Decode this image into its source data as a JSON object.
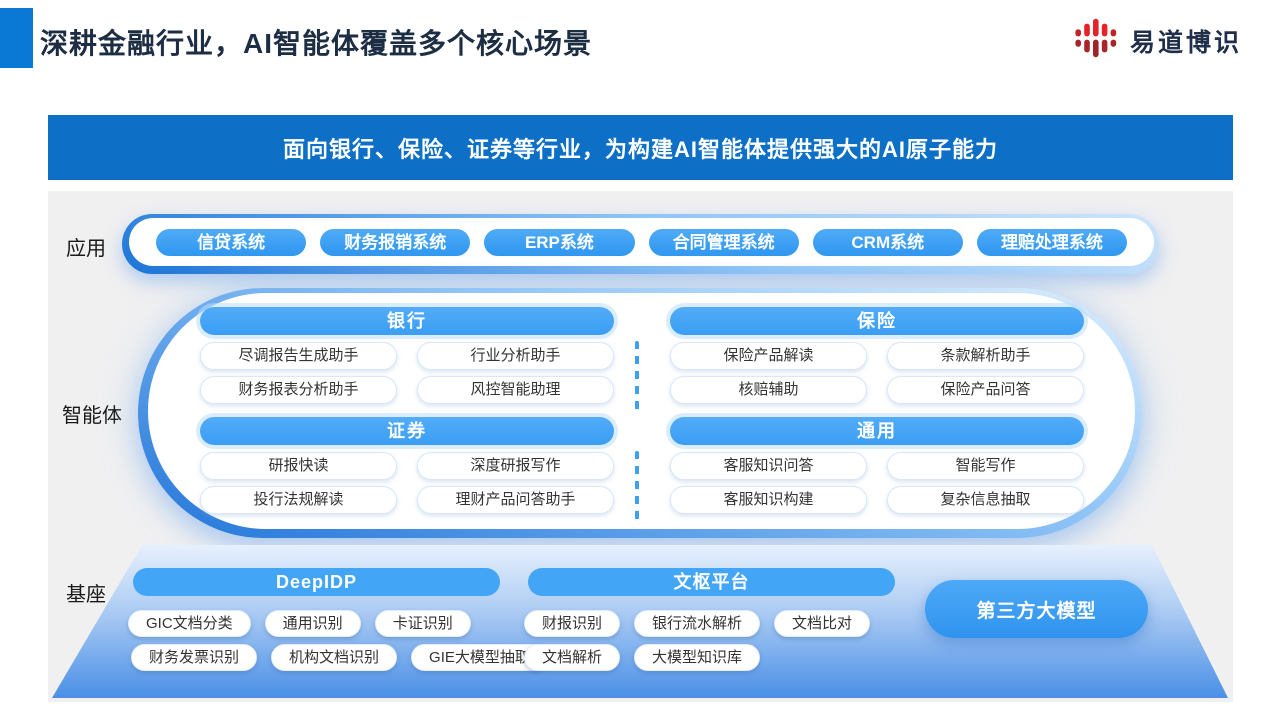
{
  "header": {
    "title": "深耕金融行业，AI智能体覆盖多个核心场景",
    "logo_text": "易道博识"
  },
  "banner": {
    "text": "面向银行、保险、证券等行业，为构建AI智能体提供强大的AI原子能力"
  },
  "application": {
    "label": "应用",
    "pills": [
      "信贷系统",
      "财务报销系统",
      "ERP系统",
      "合同管理系统",
      "CRM系统",
      "理赔处理系统"
    ]
  },
  "agents": {
    "label": "智能体",
    "groups": [
      {
        "title": "银行",
        "items": [
          "尽调报告生成助手",
          "行业分析助手",
          "财务报表分析助手",
          "风控智能助理"
        ]
      },
      {
        "title": "保险",
        "items": [
          "保险产品解读",
          "条款解析助手",
          "核赔辅助",
          "保险产品问答"
        ]
      },
      {
        "title": "证券",
        "items": [
          "研报快读",
          "深度研报写作",
          "投行法规解读",
          "理财产品问答助手"
        ]
      },
      {
        "title": "通用",
        "items": [
          "客服知识问答",
          "智能写作",
          "客服知识构建",
          "复杂信息抽取"
        ]
      }
    ]
  },
  "base": {
    "label": "基座",
    "platforms": [
      {
        "title": "DeepIDP",
        "items": [
          "GIC文档分类",
          "通用识别",
          "卡证识别",
          "财务发票识别",
          "机构文档识别",
          "GIE大模型抽取"
        ]
      },
      {
        "title": "文枢平台",
        "items": [
          "财报识别",
          "银行流水解析",
          "文档比对",
          "文档解析",
          "大模型知识库"
        ]
      }
    ],
    "third_party": "第三方大模型"
  },
  "colors": {
    "accent_blue": "#0a79d6",
    "banner_blue": "#0d6fc5",
    "pill_blue": "#42a5f6",
    "panel_gray": "#f0f0f1",
    "logo_red": "#e32229",
    "logo_dark_red": "#a8262b",
    "text_dark": "#1d2e44"
  }
}
